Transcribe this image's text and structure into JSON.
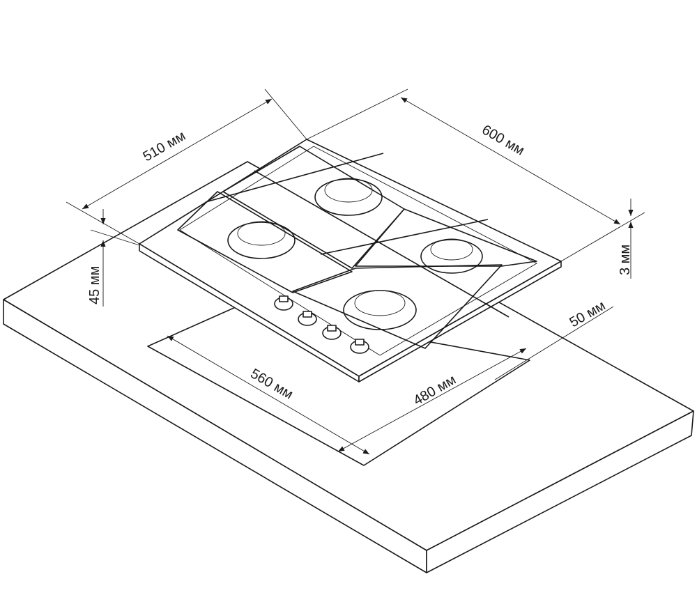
{
  "title": "Gas hob installation dimensions",
  "dimensions": {
    "depth": "510 мм",
    "width": "600 мм",
    "glass_thickness": "3 мм",
    "install_height": "45 мм",
    "front_margin": "50 мм",
    "cutout_width": "560 мм",
    "cutout_depth": "480 мм"
  }
}
